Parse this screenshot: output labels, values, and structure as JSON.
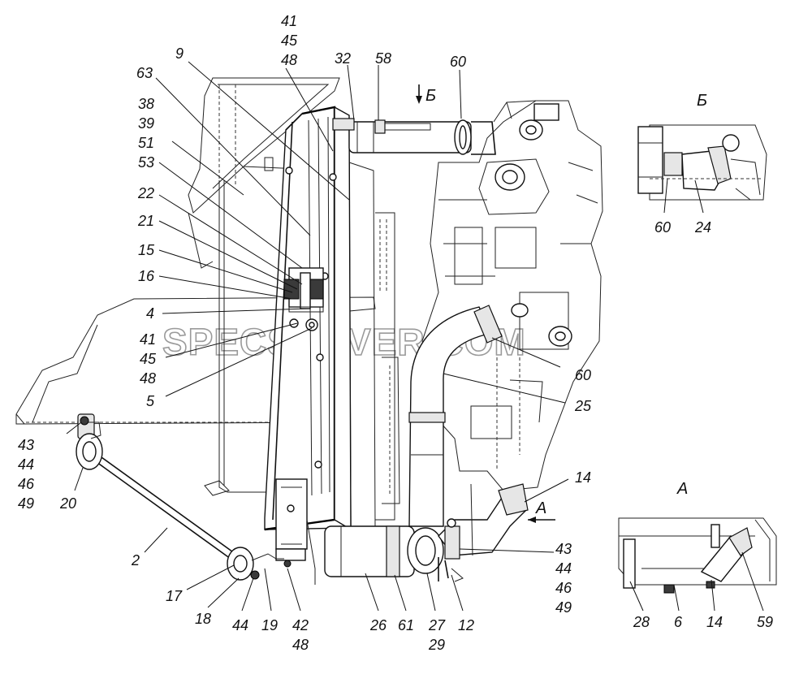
{
  "watermark": "SPECSERVER.COM",
  "views": {
    "b": "Б",
    "a": "А",
    "arrow_b": "Б",
    "arrow_a": "А"
  },
  "callouts": {
    "c9": "9",
    "c41_45_48_top": [
      "41",
      "45",
      "48"
    ],
    "c32": "32",
    "c58": "58",
    "c60_top": "60",
    "c63": "63",
    "c38_39_51": [
      "38",
      "39",
      "51"
    ],
    "c53": "53",
    "c22": "22",
    "c21": "21",
    "c15": "15",
    "c16": "16",
    "c4": "4",
    "c41_45_48_mid": [
      "41",
      "45",
      "48"
    ],
    "c5": "5",
    "c60_mid": "60",
    "c25": "25",
    "c14_main": "14",
    "c43_44_46_49_left": [
      "43",
      "44",
      "46",
      "49"
    ],
    "c20": "20",
    "c2": "2",
    "c17": "17",
    "c18": "18",
    "c44": "44",
    "c19": "19",
    "c42_48": [
      "42",
      "48"
    ],
    "c26": "26",
    "c61": "61",
    "c27_29": [
      "27",
      "29"
    ],
    "c12": "12",
    "c43_44_46_49_right": [
      "43",
      "44",
      "46",
      "49"
    ],
    "c60_viewb": "60",
    "c24_viewb": "24",
    "c28_viewa": "28",
    "c6_viewa": "6",
    "c14_viewa": "14",
    "c59_viewa": "59"
  }
}
